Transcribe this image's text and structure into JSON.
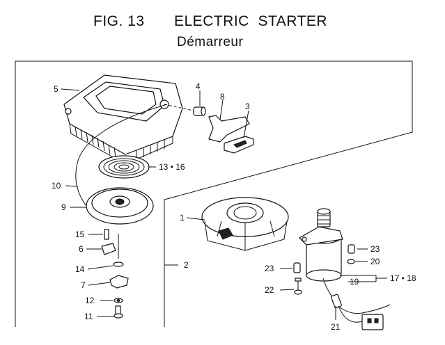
{
  "figure": {
    "number_label": "FIG. 13",
    "title": "ELECTRIC  STARTER",
    "subtitle": "Démarreur"
  },
  "callouts": {
    "c1": "1",
    "c2": "2",
    "c3": "3",
    "c4": "4",
    "c5": "5",
    "c6": "6",
    "c7": "7",
    "c8": "8",
    "c9": "9",
    "c10": "10",
    "c11": "11",
    "c12": "12",
    "c13_16": "13 • 16",
    "c14": "14",
    "c15": "15",
    "c17_18": "17 • 18",
    "c19": "19",
    "c20": "20",
    "c21": "21",
    "c22": "22",
    "c23a": "23",
    "c23b": "23"
  }
}
